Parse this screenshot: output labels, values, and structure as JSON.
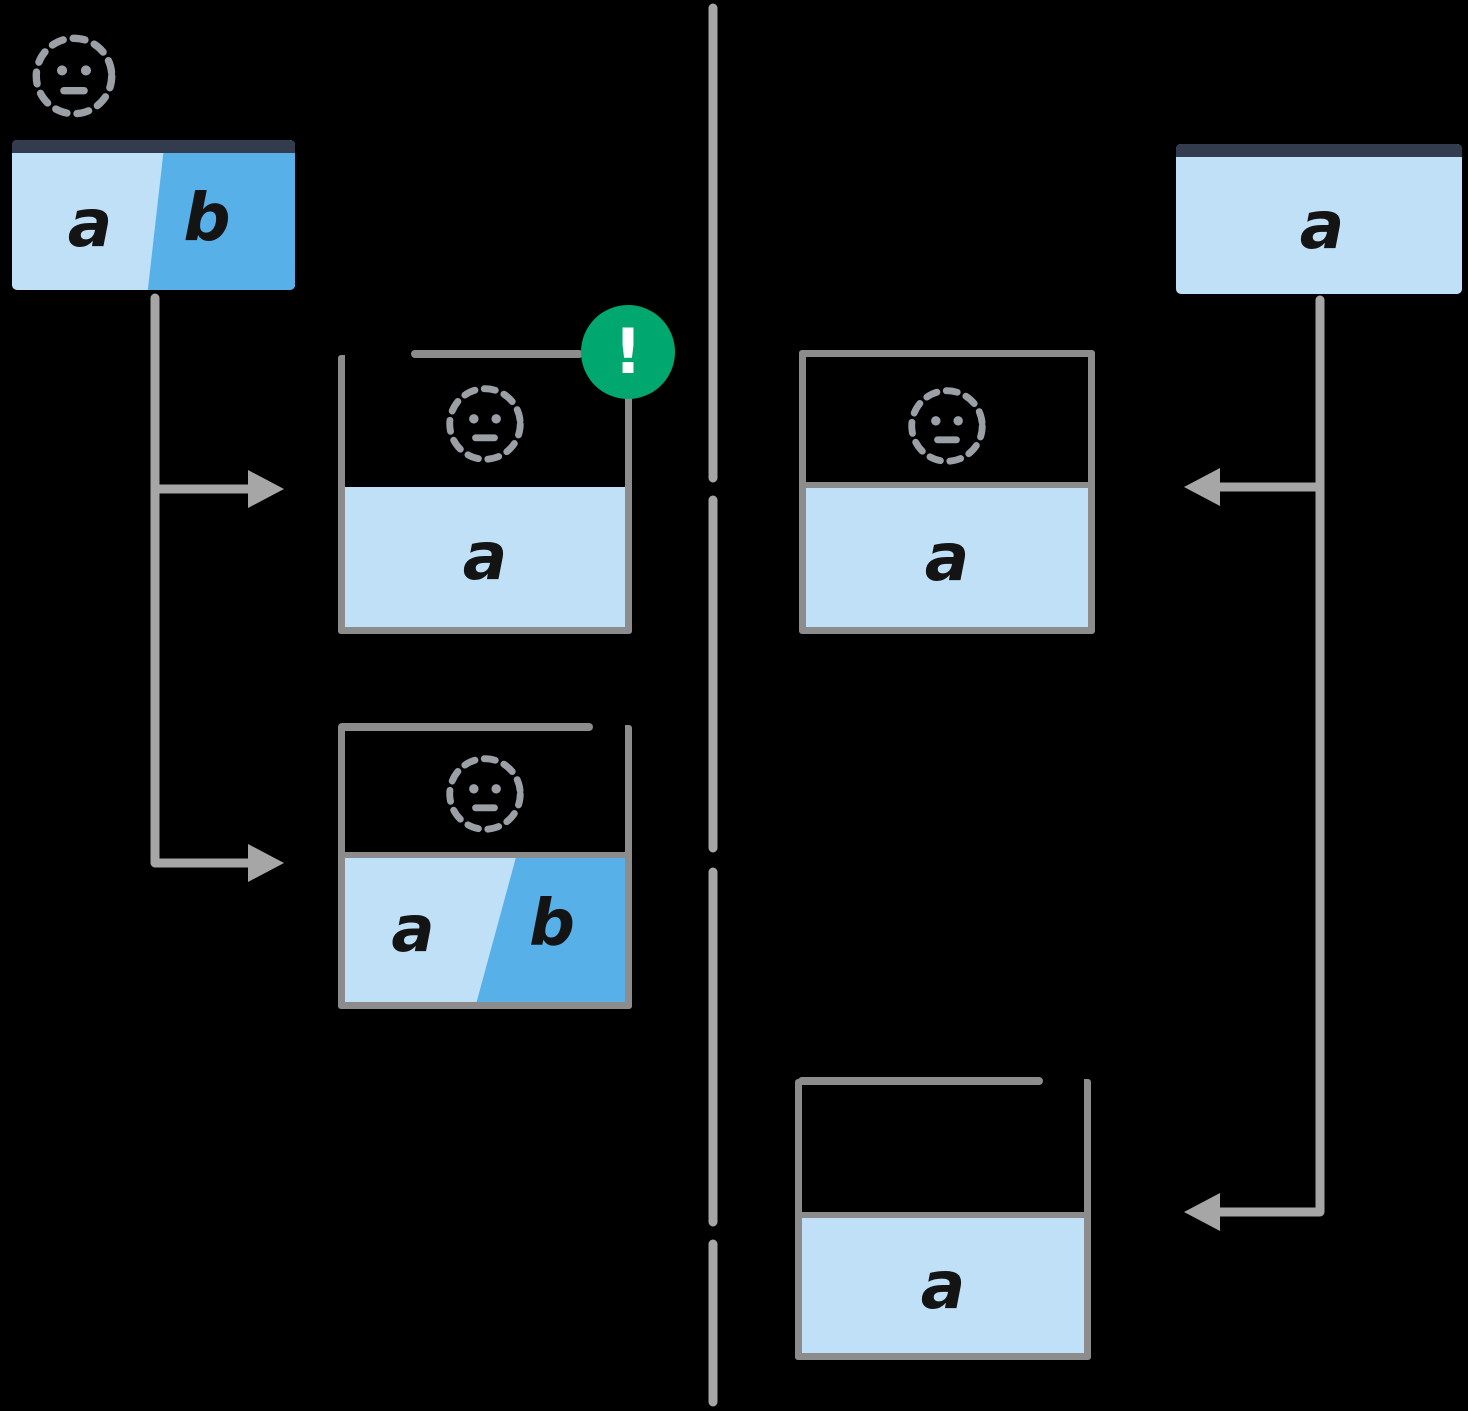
{
  "diagram": {
    "colors": {
      "background": "#000000",
      "fill_light": "#bfe0f7",
      "fill_medium": "#57b0e8",
      "header_dark": "#333c4e",
      "stroke_gray": "#8c8c8c",
      "connector_gray": "#a6a6a6",
      "avatar_gray": "#9aa0a6",
      "badge_green": "#00a76e",
      "badge_text": "#ffffff",
      "text_black": "#141414"
    },
    "left": {
      "source_bar": {
        "segment_a": "a",
        "segment_b": "b"
      },
      "branch_top": {
        "label": "a",
        "badge": "!"
      },
      "branch_bottom": {
        "segment_a": "a",
        "segment_b": "b"
      }
    },
    "right": {
      "source_bar": {
        "label": "a"
      },
      "branch_top": {
        "label": "a"
      },
      "branch_bottom": {
        "label": "a"
      }
    }
  }
}
